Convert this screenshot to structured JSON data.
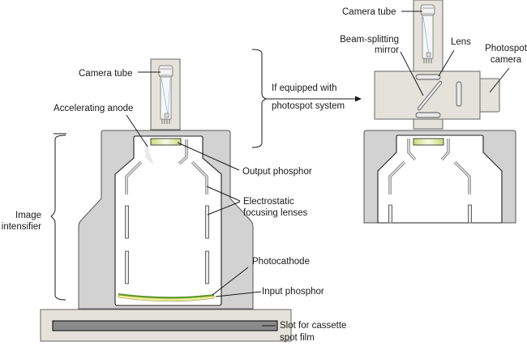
{
  "diagram": {
    "title": "Image intensifier with optional photospot system",
    "colors": {
      "housing": "#d2d2d2",
      "beige": "#e4e2da",
      "output_phosphor": "#c8dc78",
      "input_phosphor": "#f0ee96",
      "photocathode": "#5a9a2a",
      "slot": "#8a8a8a"
    },
    "left_labels": {
      "camera_tube": "Camera tube",
      "accelerating_anode": "Accelerating anode",
      "output_phosphor": "Output phosphor",
      "electrostatic_line1": "Electrostatic",
      "electrostatic_line2": "focusing lenses",
      "image_line1": "Image",
      "image_line2": "intensifier",
      "photocathode": "Photocathode",
      "input_phosphor": "Input phosphor",
      "slot_line1": "Slot for cassette",
      "slot_line2": "spot film"
    },
    "connector": {
      "line1": "If equipped with",
      "line2": "photospot system"
    },
    "right_labels": {
      "camera_tube": "Camera tube",
      "beam_line1": "Beam-splitting",
      "beam_line2": "mirror",
      "lens": "Lens",
      "photospot_line1": "Photospot",
      "photospot_line2": "camera"
    }
  }
}
